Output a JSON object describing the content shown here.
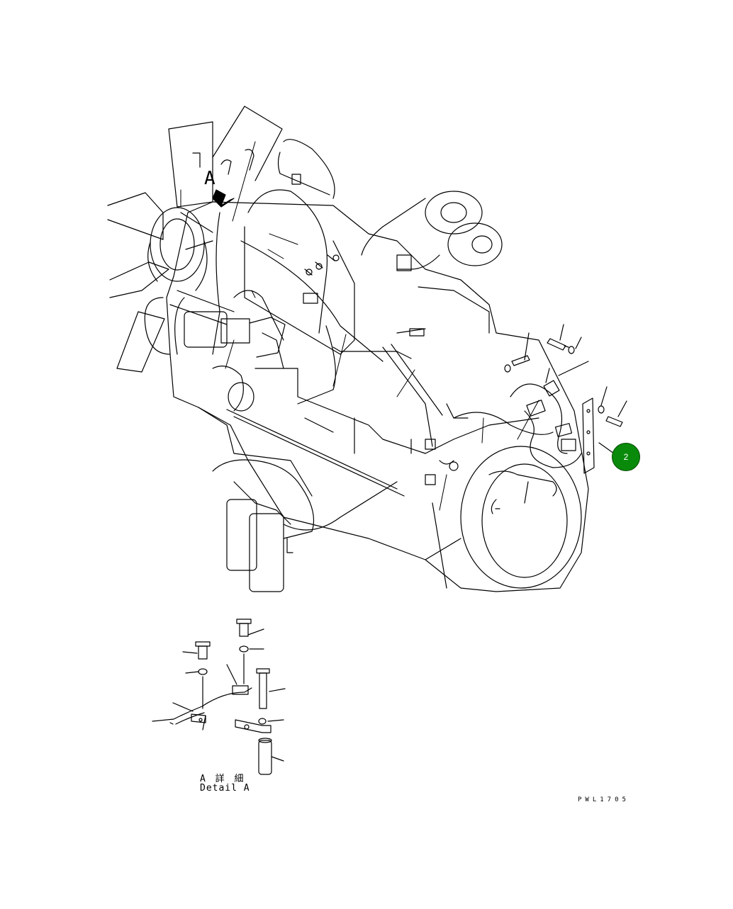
{
  "view_label": "A",
  "detail": {
    "label_jp": "A 詳 細",
    "label_en": "Detail A"
  },
  "drawing_code": "PWL1705",
  "callouts": [
    {
      "number": "2",
      "color": "#0a8a0a"
    }
  ]
}
